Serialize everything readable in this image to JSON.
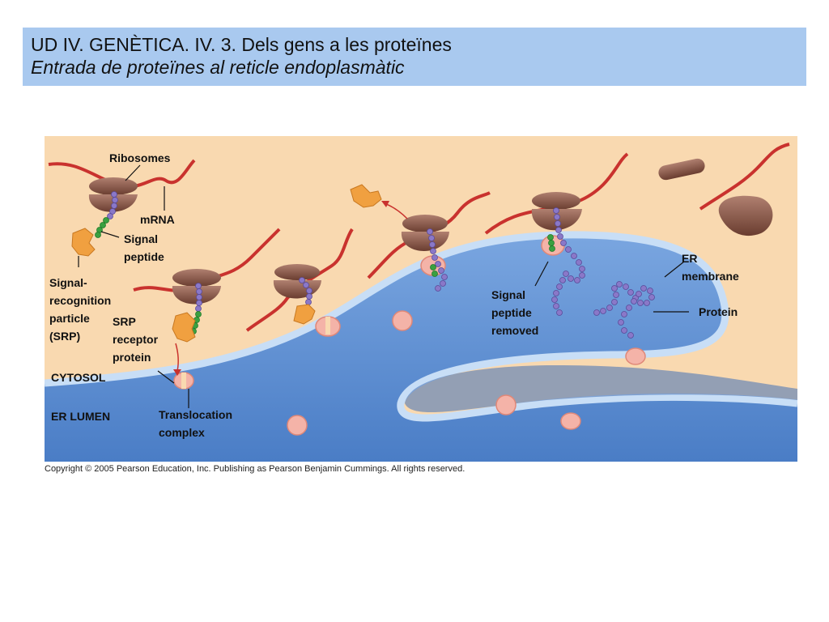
{
  "header": {
    "title": "UD IV. GENÈTICA. IV. 3. Dels gens a les proteïnes",
    "subtitle": "Entrada de proteïnes al reticle endoplasmàtic"
  },
  "diagram": {
    "labels": {
      "ribosomes": "Ribosomes",
      "mrna": "mRNA",
      "signal_peptide": "Signal\npeptide",
      "srp": "Signal-\nrecognition\nparticle\n(SRP)",
      "srp_receptor": "SRP\nreceptor\nprotein",
      "cytosol": "CYTOSOL",
      "er_lumen": "ER LUMEN",
      "translocation_complex": "Translocation\ncomplex",
      "signal_peptide_removed": "Signal\npeptide\nremoved",
      "er_membrane": "ER\nmembrane",
      "protein": "Protein"
    },
    "colors": {
      "cytosol": "#f9d9b0",
      "er_lumen": "#5b8fd4",
      "er_membrane": "#c8def6",
      "ribosome": "#8a5a4a",
      "mrna": "#c9322e",
      "polypeptide": "#8a78c8",
      "signal_peptide": "#3aa040",
      "srp": "#f0a040",
      "translocon": "#f4b3a8"
    }
  },
  "footer": {
    "copyright": "Copyright © 2005 Pearson Education, Inc. Publishing as Pearson Benjamin Cummings. All rights reserved."
  }
}
